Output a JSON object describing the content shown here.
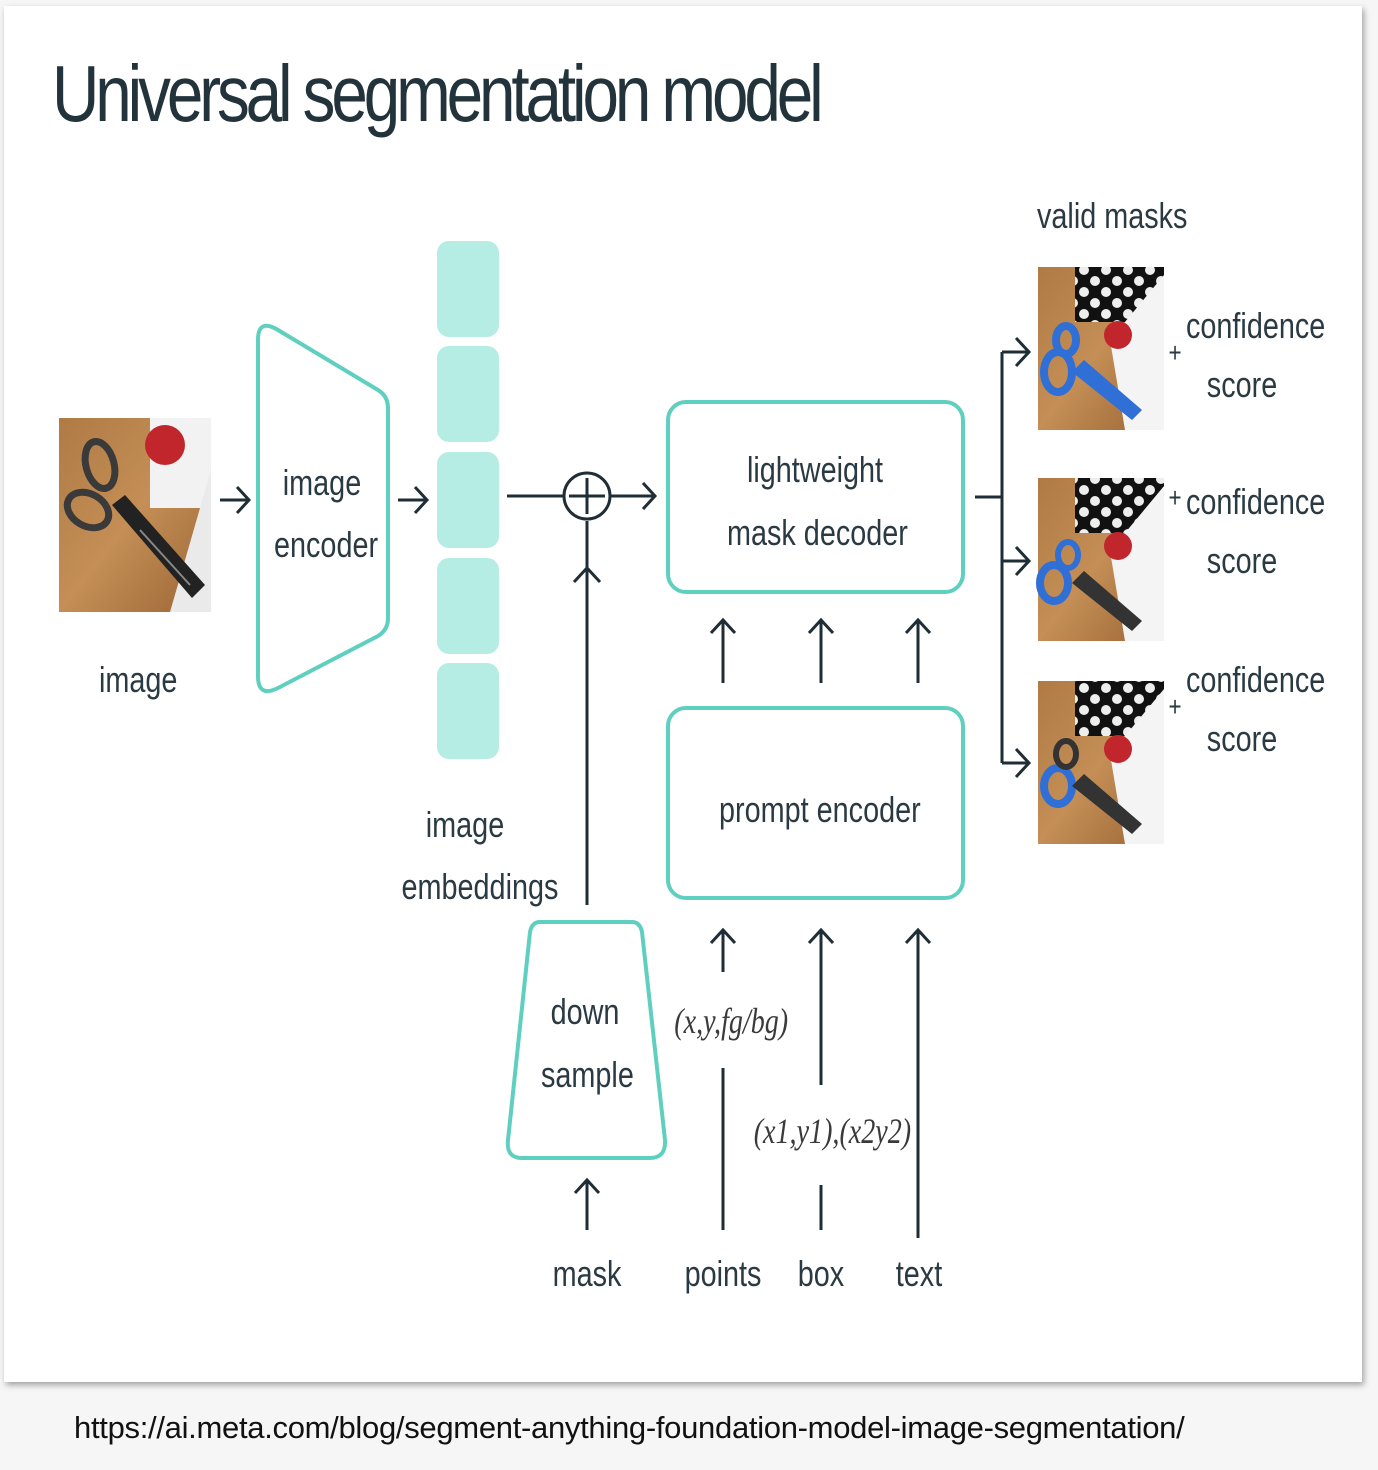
{
  "title": "Universal segmentation model",
  "labels": {
    "image": "image",
    "image_encoder": [
      "image",
      "encoder"
    ],
    "image_embeddings": [
      "image",
      "embeddings"
    ],
    "mask_decoder": [
      "lightweight",
      "mask decoder"
    ],
    "prompt_encoder": "prompt encoder",
    "down_sample": [
      "down",
      "sample"
    ],
    "valid_masks": "valid masks",
    "confidence_score": [
      "confidence",
      "score"
    ],
    "plus": "+",
    "inputs": [
      "mask",
      "points",
      "box",
      "text"
    ],
    "points_format": "(x,y,fg/bg)",
    "box_format": "(x1,y1),(x2y2)"
  },
  "colors": {
    "accent": "#5fcfbf",
    "embedding_fill": "#b5ede4",
    "line": "#1f2e36"
  },
  "source_url": "https://ai.meta.com/blog/segment-anything-foundation-model-image-segmentation/"
}
